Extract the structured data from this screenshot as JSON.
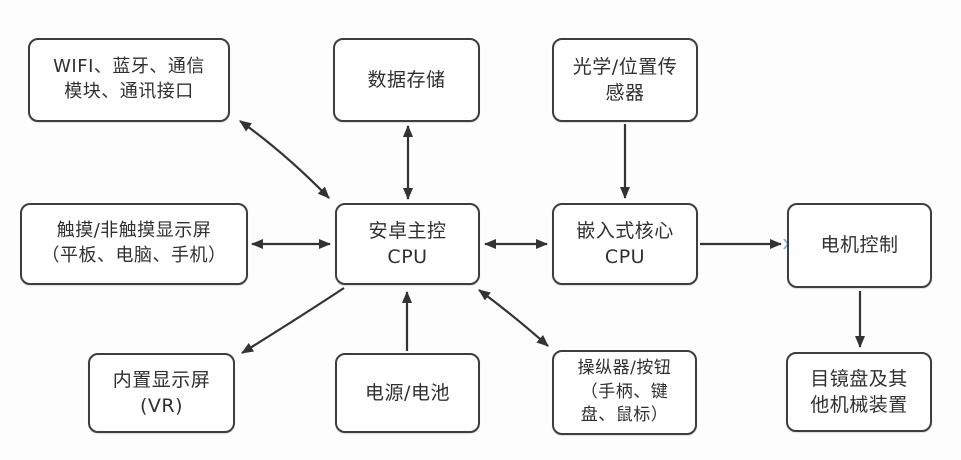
{
  "diagram": {
    "background_color": "#fdfdfd",
    "line_color": "#333333",
    "connection_mark_color": "#7ab3d9",
    "nodes": {
      "wifi": {
        "text": "WIFI、蓝牙、通信模块、通讯接口",
        "lines": [
          "WIFI、蓝牙、通信",
          "模块、通讯接口"
        ]
      },
      "storage": {
        "text": "数据存储",
        "lines": [
          "数据存储"
        ]
      },
      "optical": {
        "text": "光学/位置传感器",
        "lines": [
          "光学/位置传",
          "感器"
        ]
      },
      "display": {
        "text": "触摸/非触摸显示屏（平板、电脑、手机）",
        "lines": [
          "触摸/非触摸显示屏",
          "（平板、电脑、手机）"
        ]
      },
      "android_cpu": {
        "text": "安卓主控CPU",
        "lines": [
          "安卓主控",
          "CPU"
        ]
      },
      "embedded_cpu": {
        "text": "嵌入式核心CPU",
        "lines": [
          "嵌入式核心",
          "CPU"
        ]
      },
      "motor": {
        "text": "电机控制",
        "lines": [
          "电机控制"
        ]
      },
      "vr": {
        "text": "内置显示屏(VR)",
        "lines": [
          "内置显示屏",
          "(VR)"
        ]
      },
      "power": {
        "text": "电源/电池",
        "lines": [
          "电源/电池"
        ]
      },
      "controller": {
        "text": "操纵器/按钮（手柄、键盘、鼠标）",
        "lines": [
          "操纵器/按钮",
          "（手柄、键",
          "盘、鼠标）"
        ]
      },
      "eyepiece": {
        "text": "目镜盘及其他机械装置",
        "lines": [
          "目镜盘及其",
          "他机械装置"
        ]
      }
    },
    "edges": [
      {
        "from": "wifi",
        "to": "android_cpu",
        "arrows": "both"
      },
      {
        "from": "storage",
        "to": "android_cpu",
        "arrows": "both"
      },
      {
        "from": "optical",
        "to": "embedded_cpu",
        "arrows": "single"
      },
      {
        "from": "display",
        "to": "android_cpu",
        "arrows": "both"
      },
      {
        "from": "android_cpu",
        "to": "embedded_cpu",
        "arrows": "both"
      },
      {
        "from": "embedded_cpu",
        "to": "motor",
        "arrows": "single",
        "connection_mark": true
      },
      {
        "from": "motor",
        "to": "eyepiece",
        "arrows": "single"
      },
      {
        "from": "android_cpu",
        "to": "vr",
        "arrows": "single"
      },
      {
        "from": "power",
        "to": "android_cpu",
        "arrows": "single"
      },
      {
        "from": "android_cpu",
        "to": "controller",
        "arrows": "both"
      }
    ]
  }
}
